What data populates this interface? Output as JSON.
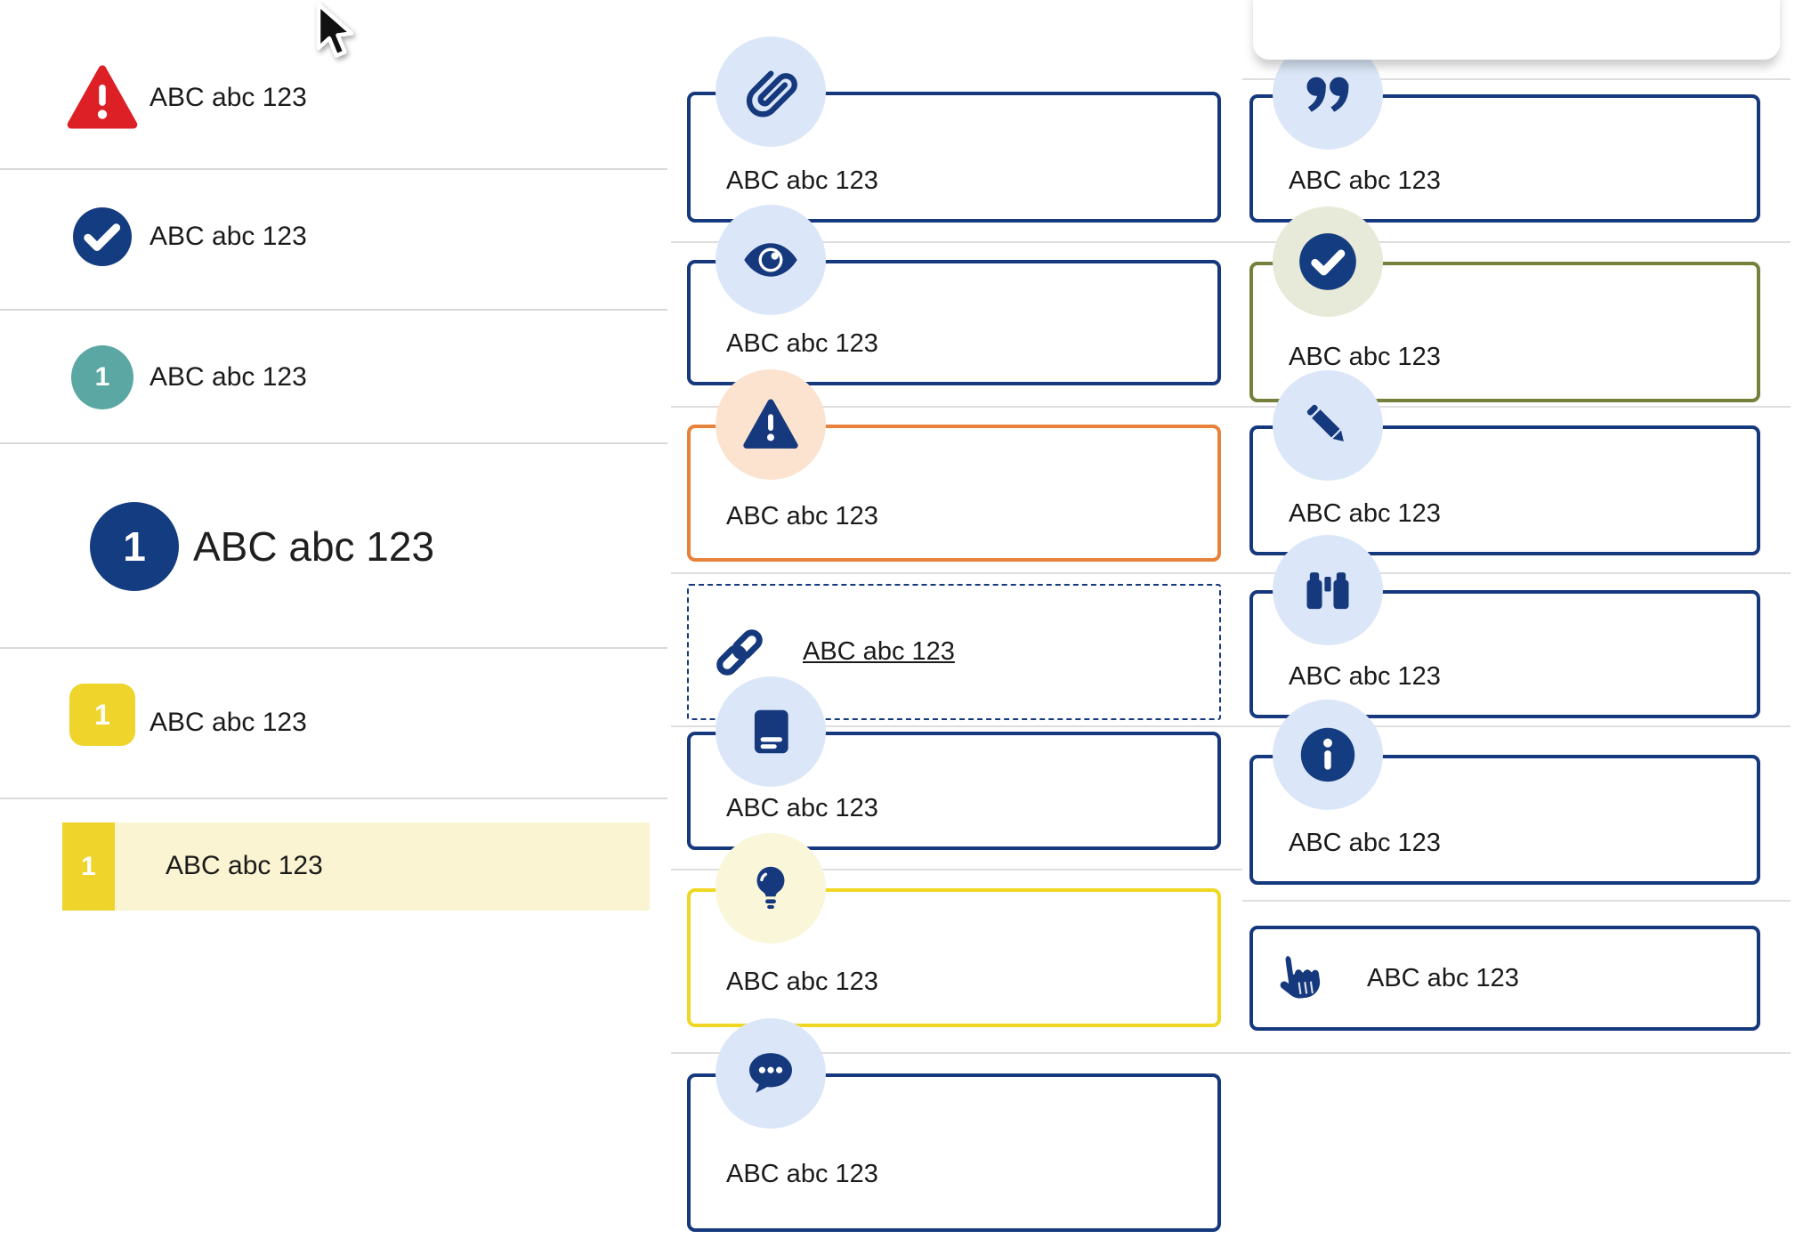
{
  "colors": {
    "navy": "#16397e",
    "red": "#dd1f26",
    "teal": "#5aa7a3",
    "yellow": "#eed42b",
    "pale_yellow_highlight": "#faf4d2",
    "orange": "#e8823a",
    "peach_circle": "#fbe3cf",
    "olive": "#74803b",
    "sage_circle": "#e7ead8",
    "light_blue_circle": "#dbe7f8",
    "cream_circle": "#f9f6d9",
    "divider_gray": "#dcdcdc",
    "text": "#1a1a1a"
  },
  "left_list": {
    "rows": [
      {
        "icon": "warning-triangle-icon",
        "label": "ABC abc 123"
      },
      {
        "icon": "check-circle-icon",
        "label": "ABC abc 123"
      },
      {
        "icon": "teal-number-badge",
        "badge": "1",
        "label": "ABC abc 123"
      },
      {
        "icon": "big-number-badge",
        "badge": "1",
        "label": "ABC abc 123"
      },
      {
        "icon": "yellow-number-badge",
        "badge": "1",
        "label": "ABC abc 123"
      },
      {
        "icon": "highlight-number-badge",
        "badge": "1",
        "label": "ABC abc 123",
        "highlighted": true
      }
    ]
  },
  "middle_cards": [
    {
      "icon": "paperclip-icon",
      "variant": "navy",
      "label": "ABC abc 123"
    },
    {
      "icon": "eye-icon",
      "variant": "navy",
      "label": "ABC abc 123"
    },
    {
      "icon": "warning-triangle-icon",
      "variant": "orange",
      "label": "ABC abc 123"
    },
    {
      "icon": "link-icon",
      "variant": "dashed",
      "label": "ABC abc 123"
    },
    {
      "icon": "book-icon",
      "variant": "navy",
      "label": "ABC abc 123"
    },
    {
      "icon": "lightbulb-icon",
      "variant": "yellow",
      "label": "ABC abc 123"
    },
    {
      "icon": "speech-bubble-icon",
      "variant": "navy",
      "label": "ABC abc 123"
    }
  ],
  "right_cards": [
    {
      "icon": "quote-icon",
      "variant": "navy",
      "label": "ABC abc 123"
    },
    {
      "icon": "check-badge-icon",
      "variant": "olive",
      "label": "ABC abc 123"
    },
    {
      "icon": "pencil-icon",
      "variant": "navy",
      "label": "ABC abc 123"
    },
    {
      "icon": "binoculars-icon",
      "variant": "navy",
      "label": "ABC abc 123"
    },
    {
      "icon": "info-icon",
      "variant": "navy",
      "label": "ABC abc 123"
    },
    {
      "icon": "hand-pointer-icon",
      "variant": "navy",
      "label": "ABC abc 123"
    }
  ],
  "cursor": {
    "type": "arrow"
  }
}
